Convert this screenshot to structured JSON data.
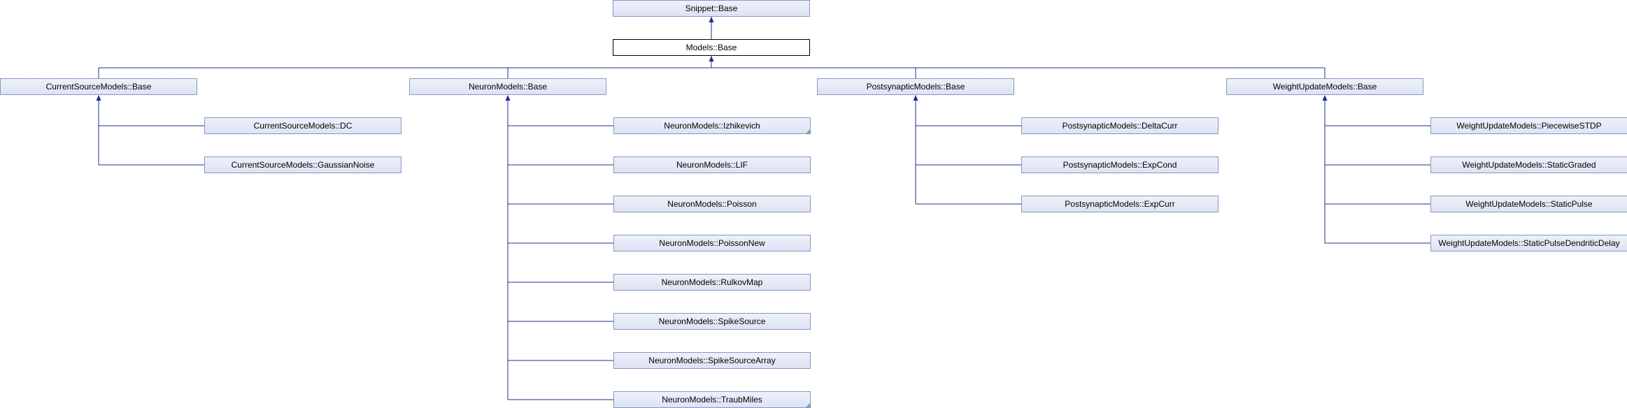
{
  "diagram": {
    "root": "Snippet::Base",
    "current": "Models::Base",
    "groups": [
      {
        "base": "CurrentSourceModels::Base",
        "children": [
          "CurrentSourceModels::DC",
          "CurrentSourceModels::GaussianNoise"
        ]
      },
      {
        "base": "NeuronModels::Base",
        "children": [
          "NeuronModels::Izhikevich",
          "NeuronModels::LIF",
          "NeuronModels::Poisson",
          "NeuronModels::PoissonNew",
          "NeuronModels::RulkovMap",
          "NeuronModels::SpikeSource",
          "NeuronModels::SpikeSourceArray",
          "NeuronModels::TraubMiles"
        ]
      },
      {
        "base": "PostsynapticModels::Base",
        "children": [
          "PostsynapticModels::DeltaCurr",
          "PostsynapticModels::ExpCond",
          "PostsynapticModels::ExpCurr"
        ]
      },
      {
        "base": "WeightUpdateModels::Base",
        "children": [
          "WeightUpdateModels::PiecewiseSTDP",
          "WeightUpdateModels::StaticGraded",
          "WeightUpdateModels::StaticPulse",
          "WeightUpdateModels::StaticPulseDendriticDelay"
        ]
      }
    ],
    "has_more_marked": [
      "NeuronModels::Izhikevich",
      "NeuronModels::TraubMiles"
    ],
    "colors": {
      "line": "#1f2d8c",
      "node_border": "#8697c6",
      "node_fill": "#e7ebf6",
      "current_border": "#000000"
    }
  }
}
